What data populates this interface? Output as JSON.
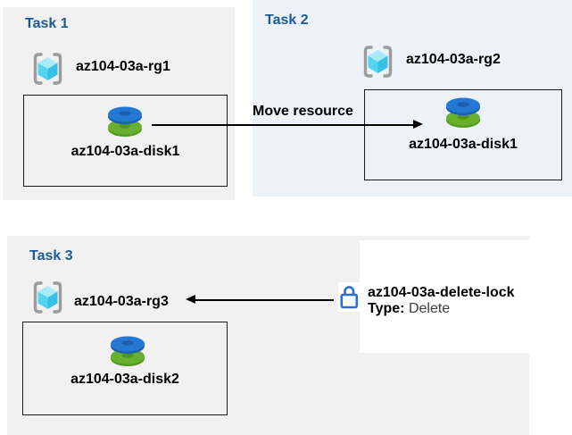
{
  "tasks": [
    {
      "label": "Task 1",
      "resource_group": "az104-03a-rg1",
      "resource": "az104-03a-disk1"
    },
    {
      "label": "Task 2",
      "resource_group": "az104-03a-rg2",
      "resource": "az104-03a-disk1"
    },
    {
      "label": "Task 3",
      "resource_group": "az104-03a-rg3",
      "resource": "az104-03a-disk2"
    }
  ],
  "move_arrow": {
    "label": "Move resource"
  },
  "lock": {
    "name": "az104-03a-delete-lock",
    "type_label": "Type:",
    "type_value": "Delete"
  },
  "icons": {
    "resource_group": "resource-group-icon",
    "disk": "managed-disk-icon",
    "lock": "lock-icon"
  },
  "colors": {
    "panel_gray": "#f1f1f1",
    "panel_blue": "#edf2f8",
    "title_blue": "#1b5a96",
    "disk_blue": "#2478d4",
    "disk_blue_dark": "#1a5fb0",
    "disk_green": "#6ab030",
    "disk_green_dark": "#549c20",
    "lock_blue": "#2b6fd4",
    "bracket_gray": "#9b9b9b",
    "cube_top": "#a9eaf9",
    "cube_left": "#55d4ef",
    "cube_right": "#35c1e4",
    "arrow_color": "#000000"
  }
}
